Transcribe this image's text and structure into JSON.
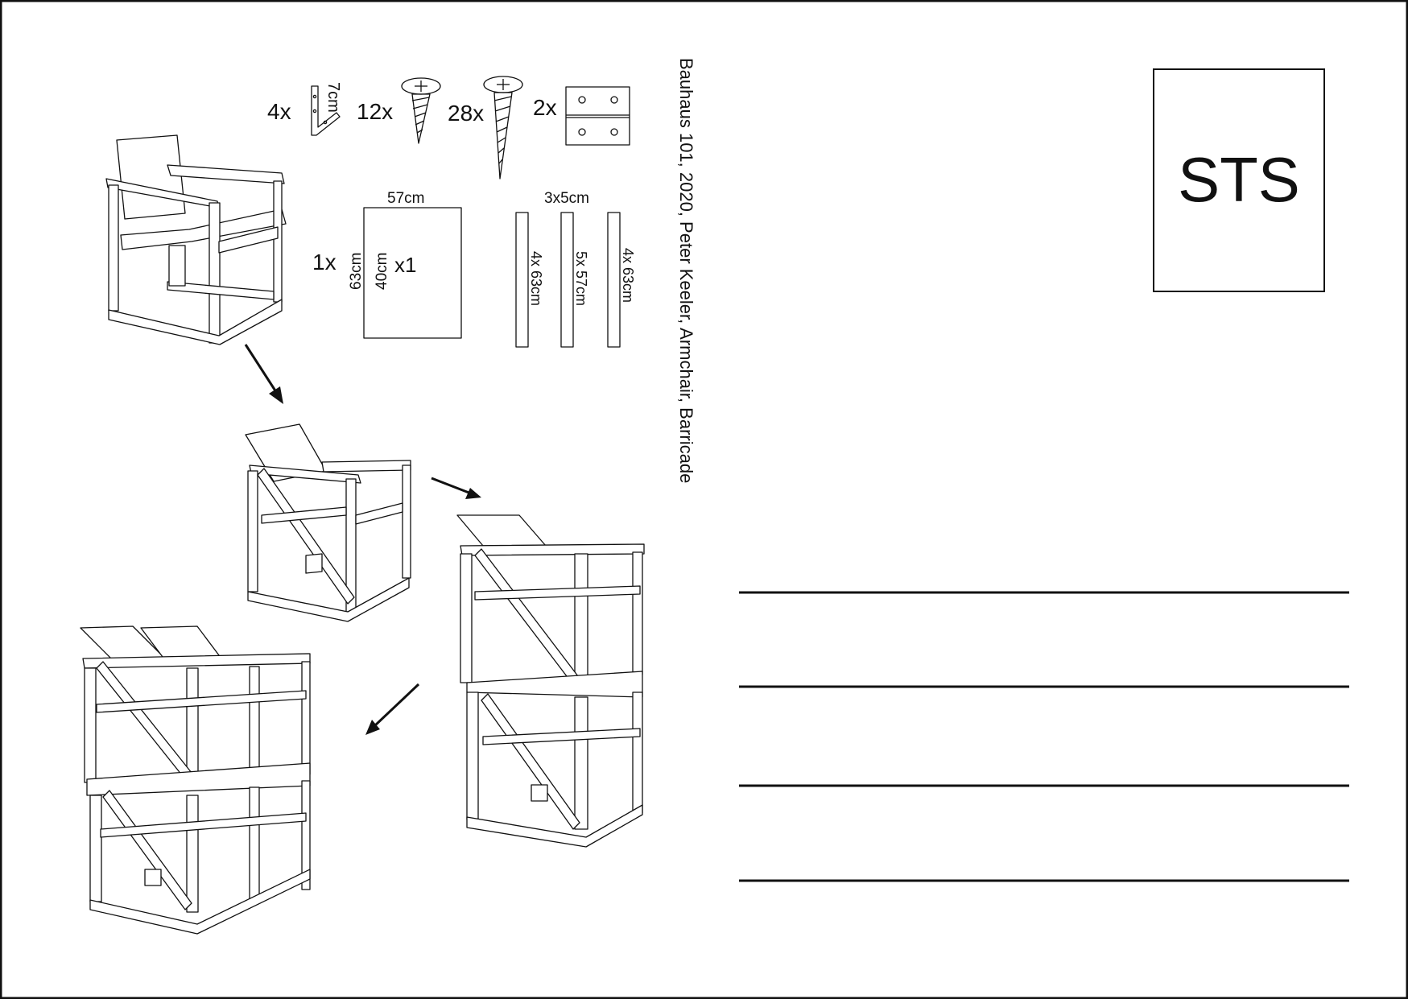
{
  "parts": {
    "counts": {
      "brackets": "4x",
      "screws_short": "12x",
      "screws_long": "28x",
      "hinges": "2x"
    },
    "bracket_size": "7cm",
    "panel": {
      "count": "1x",
      "width": "57cm",
      "height": "63cm",
      "inner": "40cm",
      "multiplier": "x1"
    },
    "battens": {
      "section": "3x5cm",
      "items": [
        "4x 63cm",
        "5x 57cm",
        "4x 63cm"
      ]
    }
  },
  "caption": "Bauhaus 101, 2020, Peter Keeler, Armchair, Barricade",
  "stamp": {
    "label": "STS"
  },
  "address_lines_count": 4
}
